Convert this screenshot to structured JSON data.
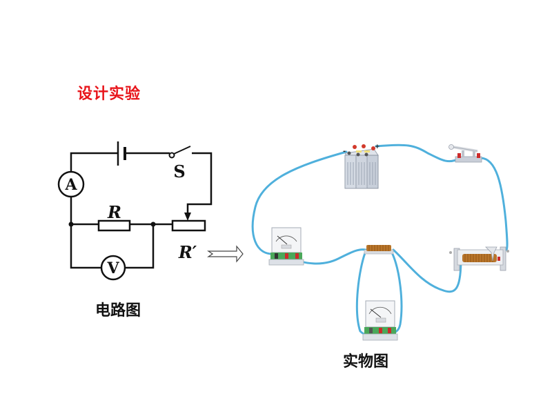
{
  "title": "设计实验",
  "circuit_diagram": {
    "caption": "电路图",
    "labels": {
      "ammeter": "A",
      "voltmeter": "V",
      "switch": "S",
      "resistor": "R",
      "rheostat": "R′"
    }
  },
  "physical_diagram": {
    "caption": "实物图",
    "battery_terminals": {
      "negative": "-",
      "positive": "+"
    }
  },
  "colors": {
    "title": "#e8141a",
    "wire": "#4fb0dc",
    "circuit_line": "#111111"
  }
}
